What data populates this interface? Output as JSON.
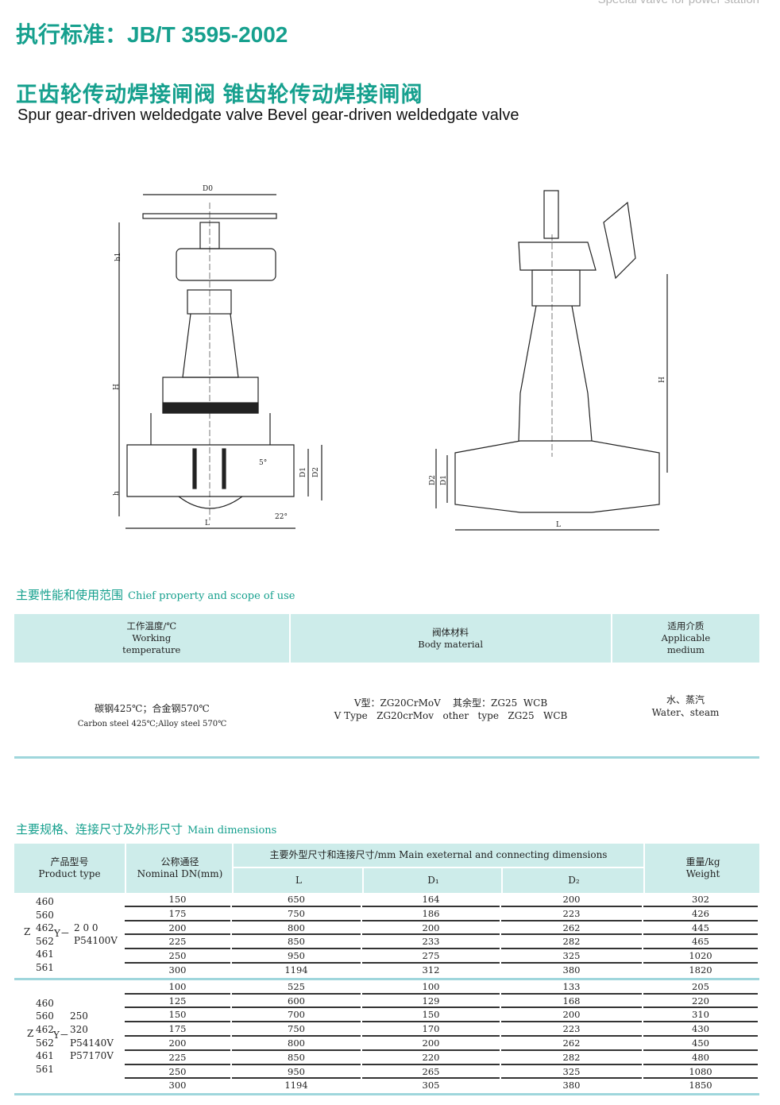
{
  "header": {
    "top_right": "Special valve for power station",
    "standard": "执行标准：JB/T 3595-2002",
    "title_cn": "正齿轮传动焊接闸阀  锥齿轮传动焊接闸阀",
    "title_en": "Spur gear-driven weldedgate valve  Bevel gear-driven weldedgate valve"
  },
  "drawing_left": {
    "D0": "D0",
    "h1": "h1",
    "H": "H",
    "h": "h",
    "L": "L",
    "D1": "D1",
    "D2": "D2",
    "angle1": "5°",
    "angle2": "22°"
  },
  "drawing_right": {
    "H": "H",
    "D1": "D1",
    "D2": "D2",
    "L": "L"
  },
  "property": {
    "title_cn": "主要性能和使用范围",
    "title_en": "Chief property and scope of use",
    "headers": [
      {
        "cn": "工作温度/℃",
        "en1": "Working",
        "en2": "temperature"
      },
      {
        "cn": "阀体材料",
        "en1": "Body material"
      },
      {
        "cn": "适用介质",
        "en1": "Applicable",
        "en2": "medium"
      }
    ],
    "temp_cn": "碳钢425℃；合金钢570℃",
    "temp_en": "Carbon steel 425℃;Alloy steel 570℃",
    "material_cn": "V型：ZG20CrMoV    其余型：ZG25  WCB",
    "material_en": "V Type   ZG20crMov   other   type   ZG25   WCB",
    "medium_cn": "水、蒸汽",
    "medium_en": "Water、steam"
  },
  "dimensions": {
    "title_cn": "主要规格、连接尺寸及外形尺寸",
    "title_en": "Main dimensions",
    "headers": {
      "product_cn": "产品型号",
      "product_en": "Product type",
      "dn_cn": "公称通径",
      "dn_en": "Nominal DN(mm)",
      "main": "主要外型尺寸和连接尺寸/mm Main exeternal and connecting dimensions",
      "L": "L",
      "D1": "D₁",
      "D2": "D₂",
      "weight_cn": "重量/kg",
      "weight_en": "Weight"
    },
    "groups": [
      {
        "type": {
          "prefix": "Z",
          "codes": [
            "460",
            "560",
            "462",
            "562",
            "461",
            "561"
          ],
          "mid": "Y－",
          "suffix": [
            "2 0 0",
            "P54100V"
          ]
        },
        "rows": [
          [
            "150",
            "650",
            "164",
            "200",
            "302"
          ],
          [
            "175",
            "750",
            "186",
            "223",
            "426"
          ],
          [
            "200",
            "800",
            "200",
            "262",
            "445"
          ],
          [
            "225",
            "850",
            "233",
            "282",
            "465"
          ],
          [
            "250",
            "950",
            "275",
            "325",
            "1020"
          ],
          [
            "300",
            "1194",
            "312",
            "380",
            "1820"
          ]
        ]
      },
      {
        "type": {
          "prefix": "Z",
          "codes": [
            "460",
            "560",
            "462",
            "562",
            "461",
            "561"
          ],
          "mid": "Y－",
          "suffix": [
            "250",
            "320",
            "P54140V",
            "P57170V"
          ]
        },
        "rows": [
          [
            "100",
            "525",
            "100",
            "133",
            "205"
          ],
          [
            "125",
            "600",
            "129",
            "168",
            "220"
          ],
          [
            "150",
            "700",
            "150",
            "200",
            "310"
          ],
          [
            "175",
            "750",
            "170",
            "223",
            "430"
          ],
          [
            "200",
            "800",
            "200",
            "262",
            "450"
          ],
          [
            "225",
            "850",
            "220",
            "282",
            "480"
          ],
          [
            "250",
            "950",
            "265",
            "325",
            "1080"
          ],
          [
            "300",
            "1194",
            "305",
            "380",
            "1850"
          ]
        ]
      }
    ]
  }
}
